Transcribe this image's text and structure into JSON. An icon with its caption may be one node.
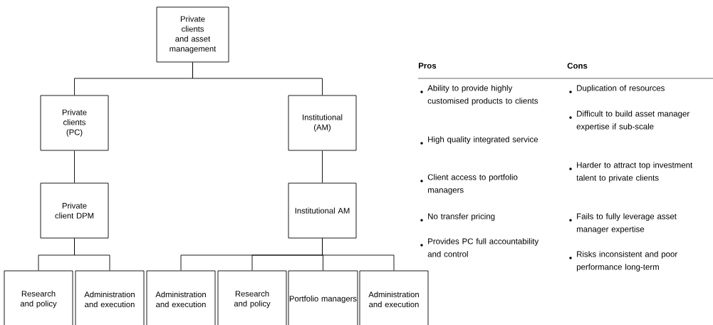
{
  "diagram": {
    "nodes": [
      {
        "text": [
          "Private clients and asset management"
        ]
      },
      {
        "text": [
          "Private clients (PC)"
        ]
      },
      {
        "text": [
          "Institutional (AM)"
        ]
      },
      {
        "text": [
          "Private client DPM"
        ]
      },
      {
        "text": [
          "Institutional AM"
        ]
      },
      {
        "text": [
          "Research and policy"
        ]
      },
      {
        "text": [
          "Administration and execution"
        ]
      },
      {
        "text": [
          "Administration and execution"
        ]
      },
      {
        "text": [
          "Research and policy"
        ]
      },
      {
        "text": [
          "Portfolio managers"
        ]
      },
      {
        "text": [
          "Administration and execution"
        ]
      }
    ],
    "edges": [
      {
        "from": 0,
        "to": 1,
        "arrow": "none"
      },
      {
        "from": 0,
        "to": 2,
        "arrow": "none"
      },
      {
        "from": 1,
        "to": 3,
        "arrow": "none"
      },
      {
        "from": 2,
        "to": 4,
        "arrow": "none"
      },
      {
        "from": 3,
        "to": 5,
        "arrow": "none"
      },
      {
        "from": 3,
        "to": 6,
        "arrow": "none"
      },
      {
        "from": 4,
        "to": 7,
        "arrow": "none"
      },
      {
        "from": 4,
        "to": 8,
        "arrow": "none"
      },
      {
        "from": 4,
        "to": 9,
        "arrow": "none"
      },
      {
        "from": 4,
        "to": 10,
        "arrow": "none"
      }
    ],
    "labels": [
      "Pros",
      "Cons",
      "Ability to provide highly customised products to clients",
      "Duplication of resources",
      "High quality integrated service",
      "Difficult to build asset manager expertise if sub-scale",
      "Client access to portfolio managers",
      "Harder to attract top investment talent to private clients",
      "No transfer pricing",
      "Fails to fully leverage asset manager expertise",
      "Provides PC full accountability and control",
      "Risks inconsistent and poor performance long-term"
    ]
  }
}
